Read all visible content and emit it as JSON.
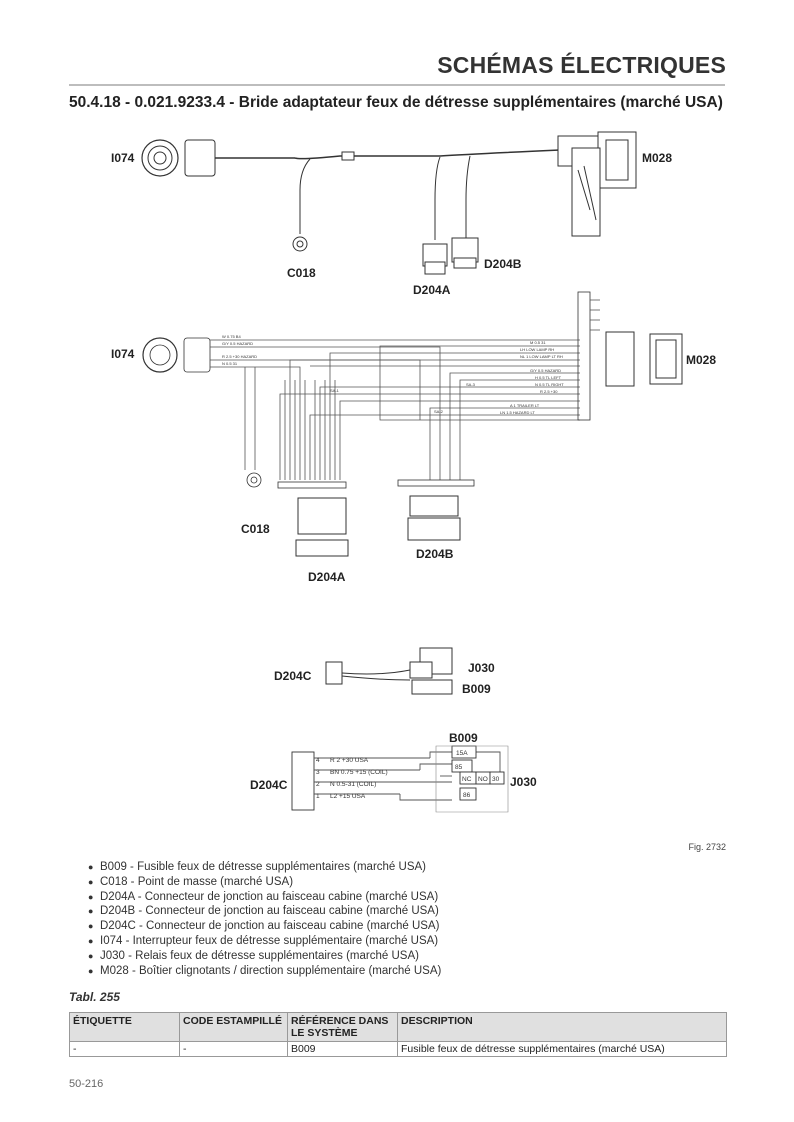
{
  "header": {
    "title": "SCHÉMAS ÉLECTRIQUES",
    "section_title": "50.4.18 - 0.021.9233.4 - Bride adaptateur feux de détresse supplémentaires (marché USA)"
  },
  "diagram": {
    "labels": {
      "i074": "I074",
      "m028": "M028",
      "c018": "C018",
      "d204a": "D204A",
      "d204b": "D204B",
      "d204c": "D204C",
      "j030": "J030",
      "b009": "B009"
    },
    "relay": {
      "fuse": "15A",
      "pin85": "85",
      "pinNC": "NC",
      "pinNO": "NO",
      "pin30": "30",
      "pin86": "86"
    },
    "d204c_wires": [
      {
        "pin": "4",
        "label": "R 2 +30 USA"
      },
      {
        "pin": "3",
        "label": "BN 0.75 +15 (COIL)"
      },
      {
        "pin": "2",
        "label": "N 0.5-31 (COIL)"
      },
      {
        "pin": "1",
        "label": "L2 +15 USA"
      }
    ],
    "figure_number": "Fig. 2732"
  },
  "legend": [
    "B009 - Fusible feux de détresse supplémentaires (marché USA)",
    "C018 - Point de masse (marché USA)",
    "D204A - Connecteur de jonction au faisceau cabine (marché USA)",
    "D204B - Connecteur de jonction au faisceau cabine (marché USA)",
    "D204C - Connecteur de jonction au faisceau cabine (marché USA)",
    "I074 - Interrupteur feux de détresse supplémentaire (marché USA)",
    "J030 - Relais feux de détresse supplémentaires (marché USA)",
    "M028 - Boîtier clignotants / direction supplémentaire (marché USA)"
  ],
  "table": {
    "caption": "Tabl. 255",
    "headers": [
      "ÉTIQUETTE",
      "CODE ESTAMPILLÉ",
      "RÉFÉRENCE DANS LE SYSTÈME",
      "DESCRIPTION"
    ],
    "rows": [
      [
        "-",
        "-",
        "B009",
        "Fusible feux de détresse supplémentaires (marché USA)"
      ]
    ]
  },
  "footer": {
    "page_number": "50-216"
  }
}
